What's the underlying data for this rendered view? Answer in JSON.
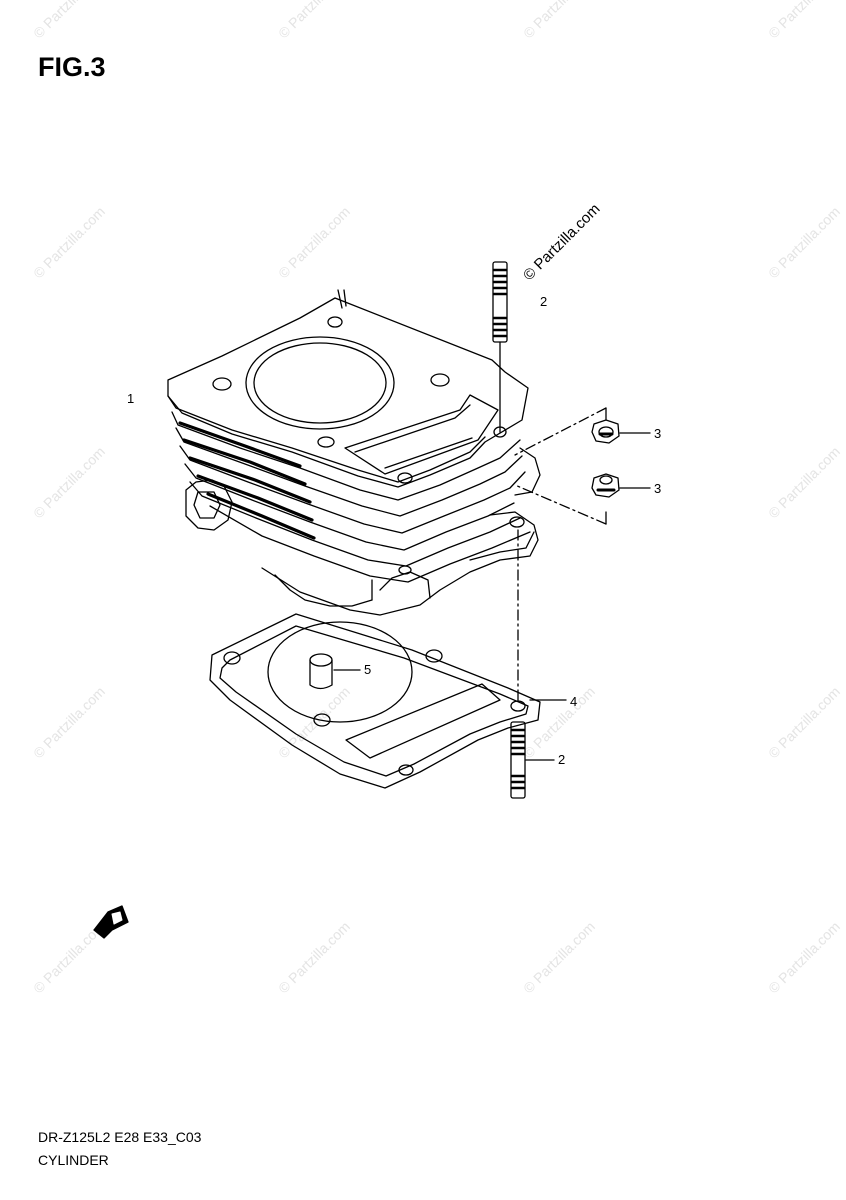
{
  "figure": {
    "title": "FIG.3"
  },
  "watermark": {
    "text": "© Partzilla.com"
  },
  "callouts": [
    {
      "id": "c1",
      "label": "1"
    },
    {
      "id": "c2a",
      "label": "2"
    },
    {
      "id": "c3a",
      "label": "3"
    },
    {
      "id": "c3b",
      "label": "3"
    },
    {
      "id": "c5",
      "label": "5"
    },
    {
      "id": "c4",
      "label": "4"
    },
    {
      "id": "c2b",
      "label": "2"
    }
  ],
  "footer": {
    "code": "DR-Z125L2 E28 E33_C03",
    "name": "CYLINDER"
  },
  "icons": {
    "front_direction": "front-arrow-icon"
  }
}
